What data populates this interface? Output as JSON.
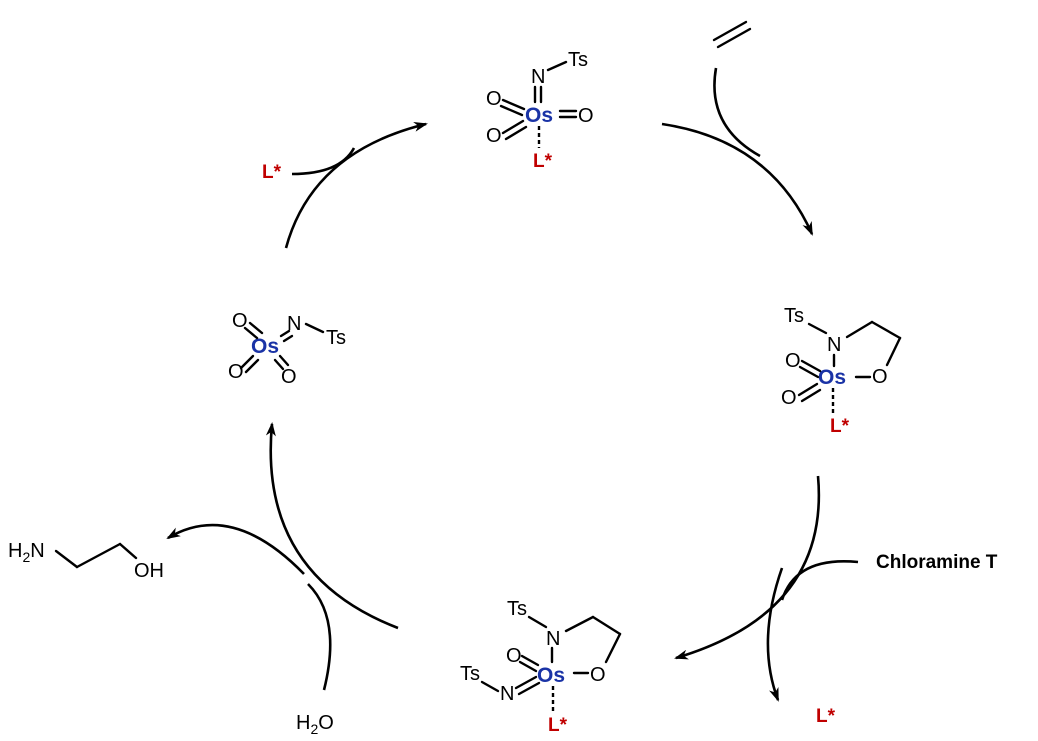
{
  "colors": {
    "osmium": "#1a33a6",
    "ligand": "#c00000",
    "bond": "#000000"
  },
  "atoms": {
    "os": "Os",
    "n": "N",
    "o": "O",
    "ts": "Ts",
    "ligand": "L*"
  },
  "reagents": {
    "chloramine": "Chloramine T",
    "water_h": "H",
    "water_sub": "2",
    "water_o": "O",
    "ligand_in": "L*",
    "ligand_out": "L*"
  },
  "product": {
    "h": "H",
    "sub": "2",
    "n": "N",
    "oh": "OH"
  }
}
